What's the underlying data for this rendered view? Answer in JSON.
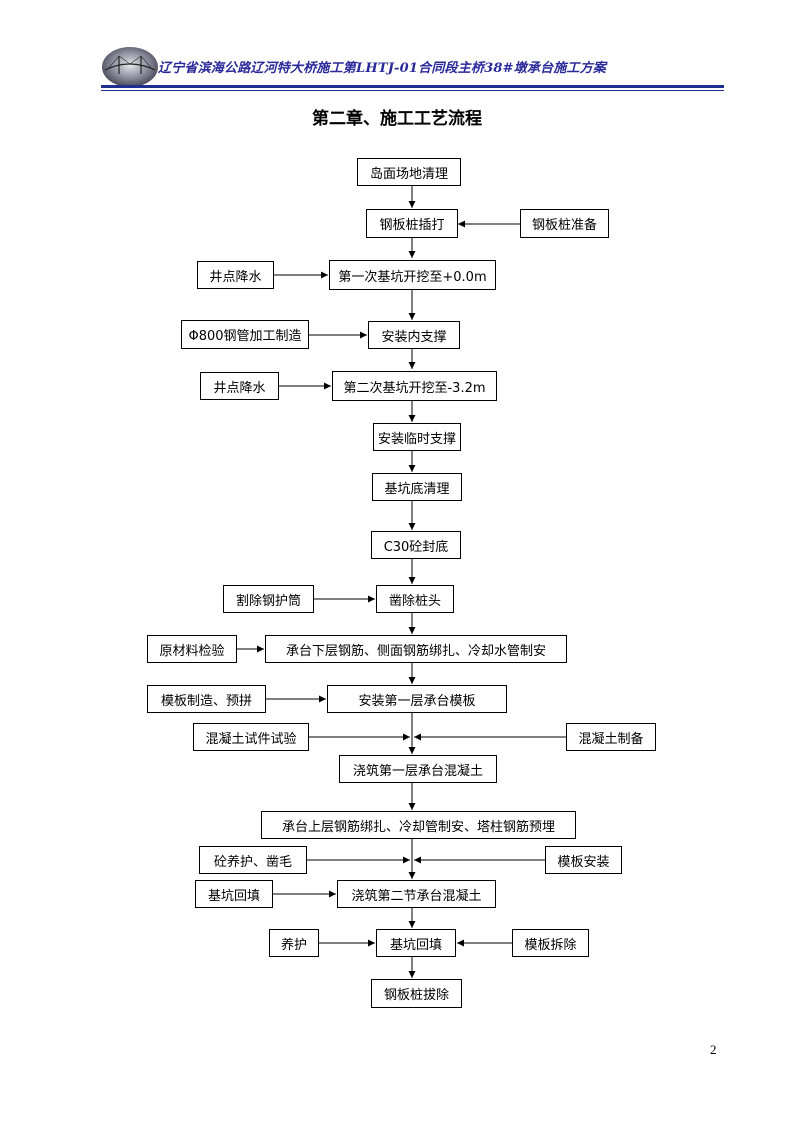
{
  "header": {
    "title": "辽宁省滨海公路辽河特大桥施工第LHTJ-01合同段主桥38#墩承台施工方案"
  },
  "chapter_title": "第二章、施工工艺流程",
  "flow": {
    "n1": "岛面场地清理",
    "n2": "钢板桩插打",
    "s2": "钢板桩准备",
    "s3": "井点降水",
    "n3": "第一次基坑开挖至+0.0m",
    "s4": "Φ800钢管加工制造",
    "n4": "安装内支撑",
    "s5": "井点降水",
    "n5": "第二次基坑开挖至-3.2m",
    "n6": "安装临时支撑",
    "n7": "基坑底清理",
    "n8": "C30砼封底",
    "s9": "割除钢护筒",
    "n9": "凿除桩头",
    "s10": "原材料检验",
    "n10": "承台下层钢筋、侧面钢筋绑扎、冷却水管制安",
    "s11": "模板制造、预拼",
    "n11": "安装第一层承台模板",
    "s12l": "混凝土试件试验",
    "s12r": "混凝土制备",
    "n12": "浇筑第一层承台混凝土",
    "n13": "承台上层钢筋绑扎、冷却管制安、塔柱钢筋预埋",
    "s14l": "砼养护、凿毛",
    "s14r": "模板安装",
    "s15": "基坑回填",
    "n15": "浇筑第二节承台混凝土",
    "s16l": "养护",
    "n16": "基坑回填",
    "s16r": "模板拆除",
    "n17": "钢板桩拔除"
  },
  "page_number": "2"
}
